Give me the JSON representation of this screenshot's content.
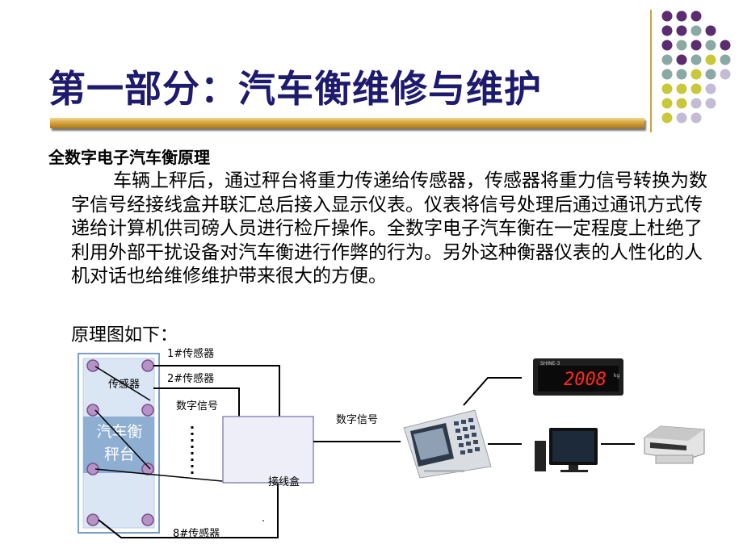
{
  "title": "第一部分：汽车衡维修与维护",
  "subtitle": "全数字电子汽车衡原理",
  "paragraph": "车辆上秤后，通过秤台将重力传递给传感器，传感器将重力信号转换为数字信号经接线盒并联汇总后接入显示仪表。仪表将信号处理后通过通讯方式传递给计算机供司磅人员进行检斤操作。全数字电子汽车衡在一定程度上杜绝了利用外部干扰设备对汽车衡进行作弊的行为。另外这种衡器仪表的人性化的人机对话也给维修维护带来很大的方便。",
  "caption": "原理图如下：",
  "diagram": {
    "platform_line1": "汽车衡",
    "platform_line2": "秤台",
    "sensor_label": "传感器",
    "sensor1": "1#传感器",
    "sensor2": "2#传感器",
    "sensor8": "8#传感器",
    "digital_signal_left": "数字信号",
    "digital_signal_right": "数字信号",
    "junction_box": "接线盒",
    "display_reading": "2008",
    "display_brand": "SHINE-3",
    "display_unit": "kg"
  },
  "colors": {
    "title": "#1e1a6e",
    "dot_purple": "#5b2c6f",
    "dot_teal": "#8aa8a4",
    "dot_yellow": "#c8c83a",
    "dot_lavender": "#c4bcd6",
    "accent_bar": "#d6a441",
    "led_red": "#ff2a1a"
  }
}
